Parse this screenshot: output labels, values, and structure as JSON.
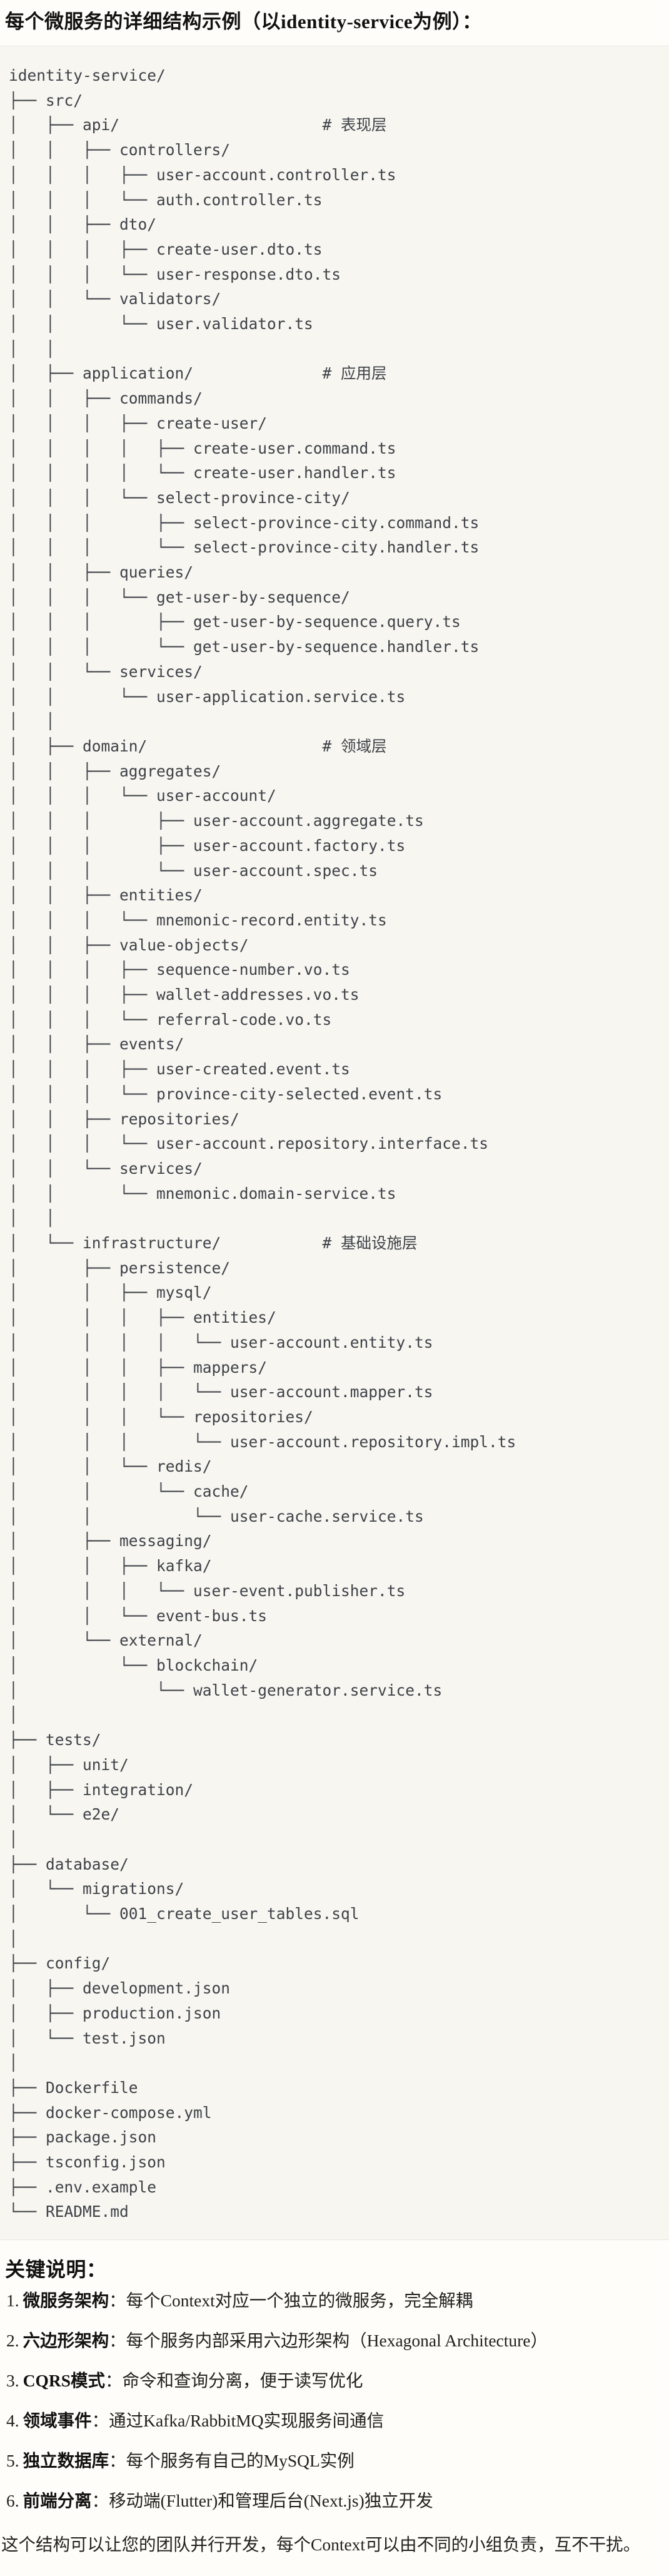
{
  "title": "每个微服务的详细结构示例（以identity-service为例）：",
  "code_block": {
    "language": "text",
    "tree_lines": [
      "identity-service/",
      "├── src/",
      "│   ├── api/                      # 表现层",
      "│   │   ├── controllers/",
      "│   │   │   ├── user-account.controller.ts",
      "│   │   │   └── auth.controller.ts",
      "│   │   ├── dto/",
      "│   │   │   ├── create-user.dto.ts",
      "│   │   │   └── user-response.dto.ts",
      "│   │   └── validators/",
      "│   │       └── user.validator.ts",
      "│   │",
      "│   ├── application/              # 应用层",
      "│   │   ├── commands/",
      "│   │   │   ├── create-user/",
      "│   │   │   │   ├── create-user.command.ts",
      "│   │   │   │   └── create-user.handler.ts",
      "│   │   │   └── select-province-city/",
      "│   │   │       ├── select-province-city.command.ts",
      "│   │   │       └── select-province-city.handler.ts",
      "│   │   ├── queries/",
      "│   │   │   └── get-user-by-sequence/",
      "│   │   │       ├── get-user-by-sequence.query.ts",
      "│   │   │       └── get-user-by-sequence.handler.ts",
      "│   │   └── services/",
      "│   │       └── user-application.service.ts",
      "│   │",
      "│   ├── domain/                   # 领域层",
      "│   │   ├── aggregates/",
      "│   │   │   └── user-account/",
      "│   │   │       ├── user-account.aggregate.ts",
      "│   │   │       ├── user-account.factory.ts",
      "│   │   │       └── user-account.spec.ts",
      "│   │   ├── entities/",
      "│   │   │   └── mnemonic-record.entity.ts",
      "│   │   ├── value-objects/",
      "│   │   │   ├── sequence-number.vo.ts",
      "│   │   │   ├── wallet-addresses.vo.ts",
      "│   │   │   └── referral-code.vo.ts",
      "│   │   ├── events/",
      "│   │   │   ├── user-created.event.ts",
      "│   │   │   └── province-city-selected.event.ts",
      "│   │   ├── repositories/",
      "│   │   │   └── user-account.repository.interface.ts",
      "│   │   └── services/",
      "│   │       └── mnemonic.domain-service.ts",
      "│   │",
      "│   └── infrastructure/           # 基础设施层",
      "│       ├── persistence/",
      "│       │   ├── mysql/",
      "│       │   │   ├── entities/",
      "│       │   │   │   └── user-account.entity.ts",
      "│       │   │   ├── mappers/",
      "│       │   │   │   └── user-account.mapper.ts",
      "│       │   │   └── repositories/",
      "│       │   │       └── user-account.repository.impl.ts",
      "│       │   └── redis/",
      "│       │       └── cache/",
      "│       │           └── user-cache.service.ts",
      "│       ├── messaging/",
      "│       │   ├── kafka/",
      "│       │   │   └── user-event.publisher.ts",
      "│       │   └── event-bus.ts",
      "│       └── external/",
      "│           └── blockchain/",
      "│               └── wallet-generator.service.ts",
      "│",
      "├── tests/",
      "│   ├── unit/",
      "│   ├── integration/",
      "│   └── e2e/",
      "│",
      "├── database/",
      "│   └── migrations/",
      "│       └── 001_create_user_tables.sql",
      "│",
      "├── config/",
      "│   ├── development.json",
      "│   ├── production.json",
      "│   └── test.json",
      "│",
      "├── Dockerfile",
      "├── docker-compose.yml",
      "├── package.json",
      "├── tsconfig.json",
      "├── .env.example",
      "└── README.md"
    ]
  },
  "notes": {
    "heading": "关键说明：",
    "items": [
      {
        "num": "1.",
        "label": "微服务架构",
        "text": "：每个Context对应一个独立的微服务，完全解耦"
      },
      {
        "num": "2.",
        "label": "六边形架构",
        "text": "：每个服务内部采用六边形架构（Hexagonal Architecture）"
      },
      {
        "num": "3.",
        "label": "CQRS模式",
        "text": "：命令和查询分离，便于读写优化"
      },
      {
        "num": "4.",
        "label": "领域事件",
        "text": "：通过Kafka/RabbitMQ实现服务间通信"
      },
      {
        "num": "5.",
        "label": "独立数据库",
        "text": "：每个服务有自己的MySQL实例"
      },
      {
        "num": "6.",
        "label": "前端分离",
        "text": "：移动端(Flutter)和管理后台(Next.js)独立开发"
      }
    ],
    "footer": "这个结构可以让您的团队并行开发，每个Context可以由不同的小组负责，互不干扰。"
  }
}
